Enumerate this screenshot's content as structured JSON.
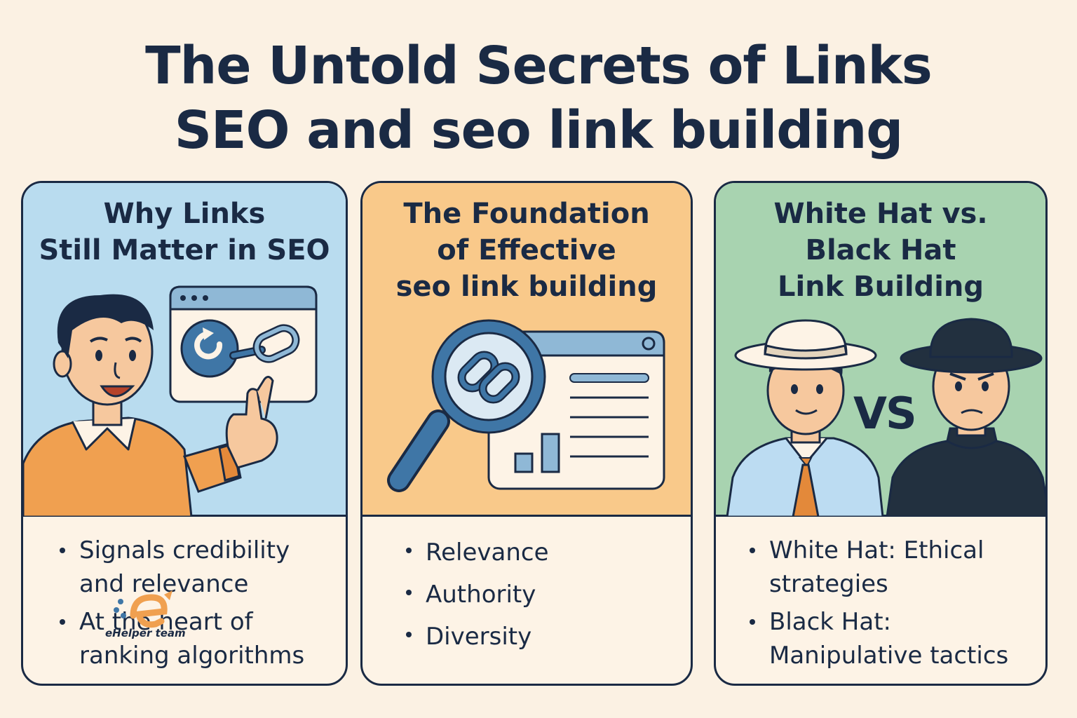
{
  "title": {
    "line1": "The Untold Secrets of Links",
    "line2": "SEO and seo link building"
  },
  "cards": [
    {
      "heading": [
        "Why Links",
        "Still Matter in SEO"
      ],
      "bg": "#b9dcef",
      "bullets": [
        "Signals credibility and relevance",
        "At the heart of ranking algorithms"
      ]
    },
    {
      "heading": [
        "The Foundation",
        "of Effective",
        "seo link building"
      ],
      "bg": "#f9c98a",
      "bullets": [
        "Relevance",
        "Authority",
        "Diversity"
      ]
    },
    {
      "heading": [
        "White Hat vs.",
        "Black Hat",
        "Link Building"
      ],
      "bg": "#a8d3b0",
      "vs_label": "VS",
      "bullets": [
        "White Hat: Ethical strategies",
        "Black Hat: Manipulative tactics"
      ]
    }
  ],
  "watermark": {
    "text": "eHelper team"
  },
  "colors": {
    "ink": "#1a2a44",
    "blue": "#3f76a6",
    "orange": "#f0a050",
    "cream": "#fdf3e6"
  },
  "icons": [
    "person-pointing-icon",
    "browser-link-icon",
    "magnifier-link-icon",
    "report-window-icon",
    "white-hat-person-icon",
    "black-hat-person-icon"
  ]
}
